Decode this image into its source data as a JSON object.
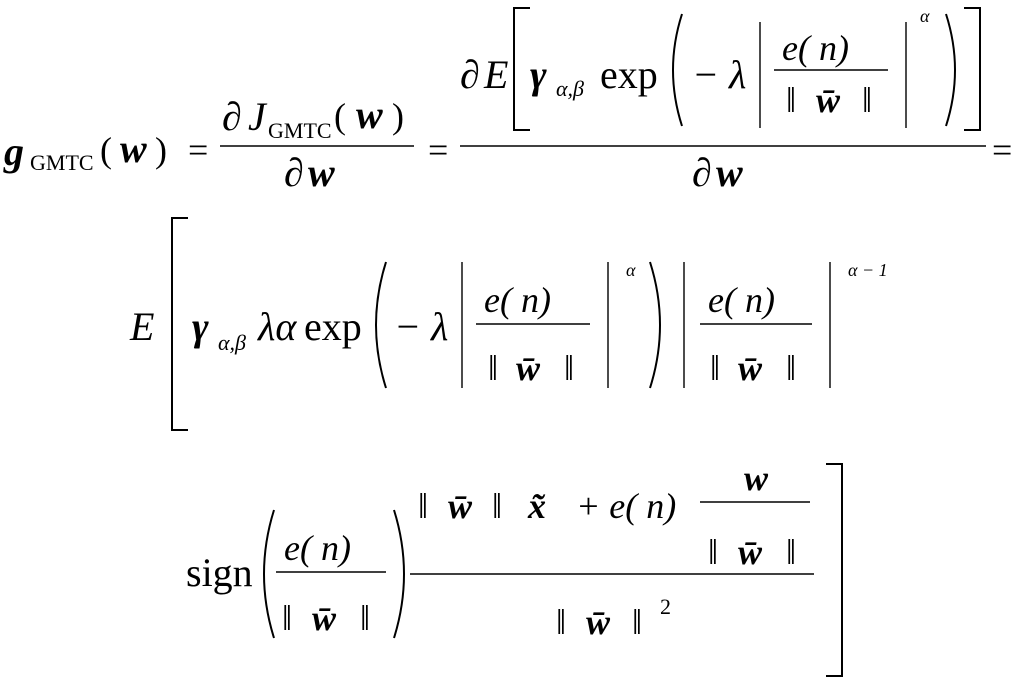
{
  "equation": {
    "line1": {
      "lhs_symbol": "g",
      "lhs_subscript": "GMTC",
      "lhs_arg_open": "(",
      "lhs_arg_w": "w",
      "lhs_arg_close": ")",
      "equals_1": "=",
      "frac1_num_partial": "∂",
      "frac1_num_J": "J",
      "frac1_num_subscript": "GMTC",
      "frac1_num_open": "(",
      "frac1_num_w": "w",
      "frac1_num_close": ")",
      "frac1_den_partial": "∂",
      "frac1_den_w": "w",
      "equals_2": "=",
      "frac2_num_partial": "∂",
      "frac2_num_E": "E",
      "frac2_num_gamma": "γ",
      "frac2_num_gamma_sub": "α,β",
      "frac2_num_exp": "exp",
      "frac2_num_minus_lambda": "− λ",
      "frac2_inner_num": "e( n)",
      "frac2_inner_den_norm_l": "‖",
      "frac2_inner_den_w": "w̄",
      "frac2_inner_den_norm_r": "‖",
      "frac2_power": "α",
      "frac2_den_partial": "∂",
      "frac2_den_w": "w",
      "equals_3": "="
    },
    "line2": {
      "E": "E",
      "gamma": "γ",
      "gamma_sub": "α,β",
      "lambda_alpha": "λα",
      "exp": "exp",
      "minus_lambda": "− λ",
      "inner1_num": "e( n)",
      "inner1_den_norm_l": "‖",
      "inner1_den_w": "w̄",
      "inner1_den_norm_r": "‖",
      "power1": "α",
      "inner2_num": "e( n)",
      "inner2_den_norm_l": "‖",
      "inner2_den_w": "w̄",
      "inner2_den_norm_r": "‖",
      "power2": "α − 1"
    },
    "line3": {
      "sign": "sign",
      "sign_num": "e( n)",
      "sign_den_norm_l": "‖",
      "sign_den_w": "w̄",
      "sign_den_norm_r": "‖",
      "big_num_norm_l": "‖",
      "big_num_w": "w̄",
      "big_num_norm_r": "‖",
      "big_num_x": "x̃",
      "big_num_plus_e": "+ e( n)",
      "small_frac_num": "w",
      "small_frac_den_norm_l": "‖",
      "small_frac_den_w": "w̄",
      "small_frac_den_norm_r": "‖",
      "big_den_norm_l": "‖",
      "big_den_w": "w̄",
      "big_den_norm_r": "‖",
      "big_den_power": "2"
    }
  }
}
